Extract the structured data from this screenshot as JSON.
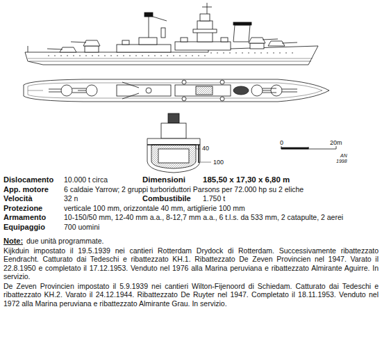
{
  "diagram": {
    "labels": [
      "40",
      "100",
      "0",
      "20m",
      "AN",
      "1998",
      "Dislocamento",
      "10.000 t circa",
      "Dimensioni",
      "185,50 x 17,30 x 6,80 m",
      "App. motore",
      "6 caldaie Yarrow; 2 gruppi turboriduttori Parsons per 72.000 hp su 2 eliche",
      "Velocità",
      "32 n",
      "Combustibile",
      "1.750 t",
      "Protezione",
      "verticale 100 mm, orizzontale 40 mm, artiglierie 100 mm",
      "Armamento",
      "10-150/50 mm, 12-40 mm a.a., 8-12,7 mm a.a., 6 t.l.s. da 533 mm, 2 catapulte, 2 aerei",
      "Equipaggio",
      "700 uomini",
      "Note:",
      "due unità programmate.",
      "Kijkduin impostato il 19.5.1939 nei cantieri Rotterdam Drydock di Rotterdam. Successivamente ribattezzato Eendracht. Catturato dai Tedeschi e ribattezzato KH.1. Ribattezzato De Zeven Provincien nel 1947. Varato il 22.8.1950 e completato il 17.12.1953. Venduto nel 1976 alla Marina peruviana e ribattezzato Almirante Aguirre. In servizio.",
      "De Zeven Provincien impostato il 5.9.1939 nei cantieri Wilton-Fijenoord di Schiedam. Catturato dai Tedeschi e ribattezzato KH.2. Varato il 24.12.1944. Ribattezzato De Ruyter nel 1947. Completato il 18.11.1953. Venduto nel 1972 alla Marina peruviana e ribattezzato Almirante Grau. In servizio."
    ]
  }
}
